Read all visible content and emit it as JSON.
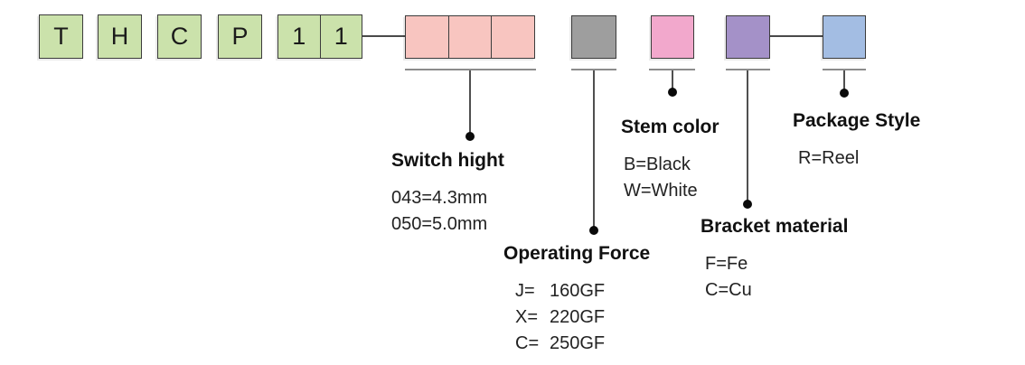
{
  "part": {
    "letters": [
      "T",
      "H",
      "C",
      "P"
    ],
    "digits": [
      "1",
      "1"
    ]
  },
  "colors": {
    "prefix_box": "#cbe2ab",
    "switch_height_box": "#f8c5c0",
    "operating_force_box": "#9e9e9e",
    "stem_color_box": "#f2a8cc",
    "bracket_material_box": "#a491c8",
    "package_style_box": "#a3bde3"
  },
  "fields": {
    "switch_height": {
      "title": "Switch hight",
      "options": [
        "043=4.3mm",
        "050=5.0mm"
      ]
    },
    "operating_force": {
      "title": "Operating Force",
      "rows": [
        {
          "k": "J=",
          "v": "160GF"
        },
        {
          "k": "X=",
          "v": "220GF"
        },
        {
          "k": "C=",
          "v": "250GF"
        }
      ]
    },
    "stem_color": {
      "title": "Stem color",
      "options": [
        "B=Black",
        "W=White"
      ]
    },
    "bracket_material": {
      "title": "Bracket material",
      "options": [
        "F=Fe",
        "C=Cu"
      ]
    },
    "package_style": {
      "title": "Package Style",
      "options": [
        "R=Reel"
      ]
    }
  }
}
